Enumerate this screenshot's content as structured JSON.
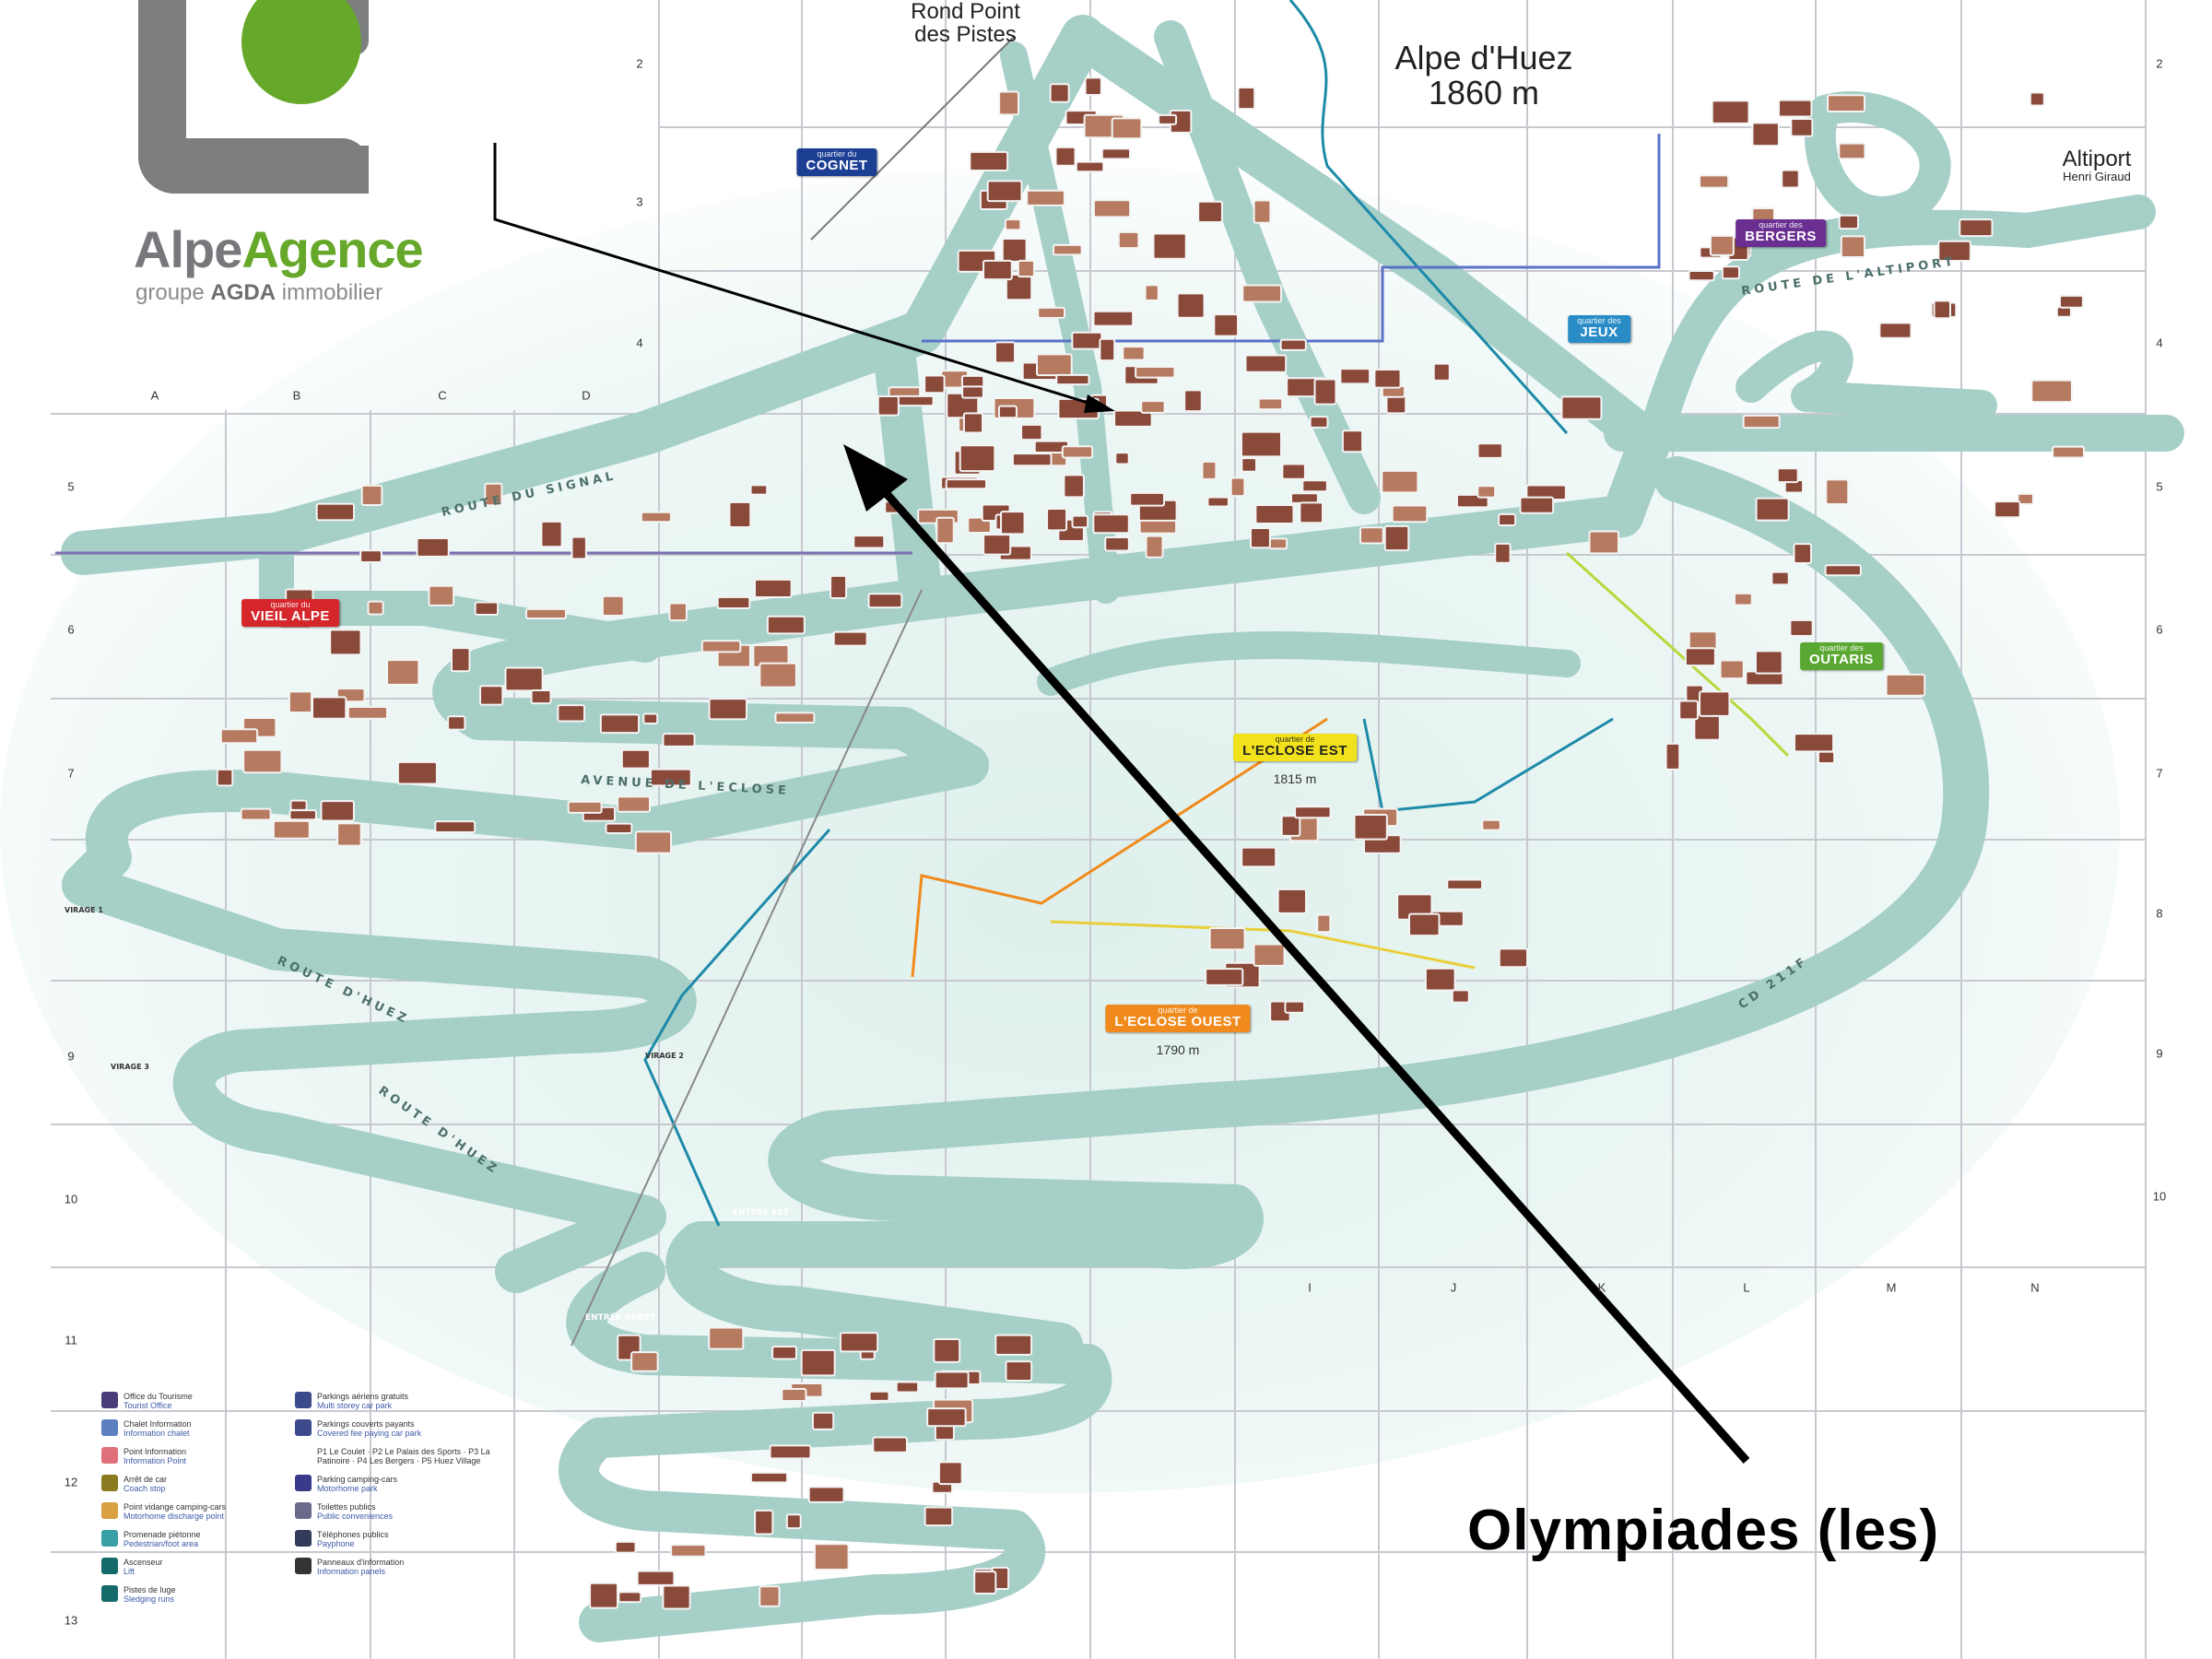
{
  "logo": {
    "name_part1": "Alpe",
    "name_part2": "Agence",
    "tagline_part1": "groupe ",
    "tagline_part2": "AGDA",
    "tagline_part3": " immobilier"
  },
  "places": {
    "rond_point": "Rond Point des Pistes",
    "resort": "Alpe d'Huez",
    "resort_altitude": "1860 m",
    "altiport": "Altiport",
    "altiport_sub": "Henri Giraud"
  },
  "districts": [
    {
      "prefix": "quartier du",
      "name": "COGNET",
      "color": "#1c3f94"
    },
    {
      "prefix": "quartier des",
      "name": "BERGERS",
      "color": "#6a2f91"
    },
    {
      "prefix": "quartier des",
      "name": "JEUX",
      "color": "#2a8cc6"
    },
    {
      "prefix": "quartier du",
      "name": "VIEIL ALPE",
      "color": "#d4262b"
    },
    {
      "prefix": "quartier des",
      "name": "OUTARIS",
      "color": "#5aa832"
    },
    {
      "prefix": "quartier de",
      "name": "L'ECLOSE EST",
      "color": "#f2e21b",
      "altitude": "1815 m"
    },
    {
      "prefix": "quartier de",
      "name": "L'ECLOSE OUEST",
      "color": "#f08a1c",
      "altitude": "1790 m"
    }
  ],
  "roads": [
    "ROUTE DU SIGNAL",
    "ROUTE D'HUEZ",
    "ROUTE D'HUEZ",
    "AVENUE DE L'ECLOSE",
    "ROUTE DE L'ALTIPORT",
    "CD 211F",
    "ENTRÉE EST",
    "ENTRÉE OUEST",
    "VIRAGE 1",
    "VIRAGE 2",
    "VIRAGE 3"
  ],
  "grid": {
    "columns_top": [
      "A",
      "B",
      "C",
      "D"
    ],
    "columns_bottom": [
      "I",
      "J",
      "K",
      "L",
      "M",
      "N"
    ],
    "rows_left": [
      "5",
      "6",
      "7",
      "9",
      "10",
      "11",
      "12",
      "13"
    ],
    "rows_mid": [
      "2",
      "3",
      "4"
    ],
    "rows_right": [
      "2",
      "4",
      "5",
      "6",
      "7",
      "8",
      "9",
      "10"
    ]
  },
  "legend": [
    {
      "fr": "Office du Tourisme",
      "en": "Tourist Office",
      "color": "#4a3b7a"
    },
    {
      "fr": "Parkings aériens gratuits",
      "en": "Multi storey car park",
      "color": "#3a4a8a"
    },
    {
      "fr": "Chalet Information",
      "en": "Information chalet",
      "color": "#5c7fc2"
    },
    {
      "fr": "Parkings couverts payants",
      "en": "Covered fee paying car park",
      "color": "#3a4a8a"
    },
    {
      "fr": "Point Information",
      "en": "Information Point",
      "color": "#e0707a"
    },
    {
      "fr": "P1 Le Coulet · P2 Le Palais des Sports · P3 La Patinoire · P4 Les Bergers · P5 Huez Village",
      "en": "",
      "color": "#ffffff"
    },
    {
      "fr": "Arrêt de car",
      "en": "Coach stop",
      "color": "#8a7a20"
    },
    {
      "fr": "Parking camping-cars",
      "en": "Motorhome park",
      "color": "#3a3a8a"
    },
    {
      "fr": "Point vidange camping-cars",
      "en": "Motorhome discharge point",
      "color": "#d8a040"
    },
    {
      "fr": "Toilettes publics",
      "en": "Public conveniences",
      "color": "#6a6a8a"
    },
    {
      "fr": "Promenade piétonne",
      "en": "Pedestrian/foot area",
      "color": "#3aa0a8"
    },
    {
      "fr": "Téléphones publics",
      "en": "Payphone",
      "color": "#333a5a"
    },
    {
      "fr": "Ascenseur",
      "en": "Lift",
      "color": "#156a6a"
    },
    {
      "fr": "Panneaux d'information",
      "en": "Information panels",
      "color": "#333333"
    },
    {
      "fr": "Pistes de luge",
      "en": "Sledging runs",
      "color": "#156a6a"
    }
  ],
  "callout": {
    "label": "Olympiades (les)"
  },
  "colors": {
    "road": "#a6cfc8",
    "snow": "#e6f4f1",
    "building": "#8a4a3a",
    "grid": "#c8c8d0"
  }
}
